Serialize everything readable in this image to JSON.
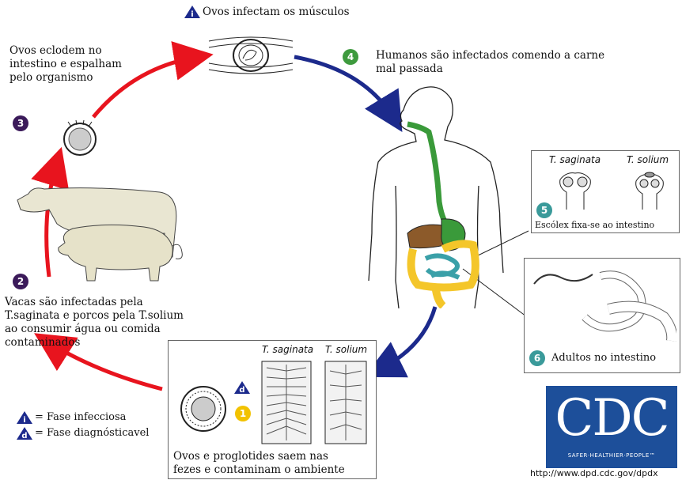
{
  "title": "Ovos infectam os músculos",
  "steps": {
    "s1": "1",
    "s2": "2",
    "s3": "3",
    "s4": "4",
    "s5": "5",
    "s6": "6"
  },
  "labels": {
    "step3": "Ovos eclodem no\nintestino e espalham\npelo organismo",
    "step4": "Humanos são infectados comendo a carne\nmal passada",
    "step2": "Vacas são infectadas pela\nT.saginata e porcos pela T.solium\nao consumir água ou comida\ncontaminados",
    "step5": "Escólex fixa-se ao intestino",
    "step6": "Adultos no intestino",
    "step1": "Ovos e proglotides saem nas\nfezes e contaminam o ambiente"
  },
  "species": {
    "saginata": "T. saginata",
    "solium": "T. solium"
  },
  "legend": {
    "infective_icon": "i",
    "infective_label": "= Fase infecciosa",
    "diagnostic_icon": "d",
    "diagnostic_label": "= Fase diagnósticavel"
  },
  "logo": {
    "text": "CDC",
    "tagline": "SAFER·HEALTHIER·PEOPLE™",
    "url": "http://www.dpd.cdc.gov/dpdx"
  },
  "colors": {
    "step_purple": "#3b1a5a",
    "step_green": "#3e9a3e",
    "step_teal": "#3a9a9a",
    "step_yellow": "#f2c200",
    "arrow_red": "#e8141e",
    "arrow_blue": "#1c2a8c",
    "cdc_blue": "#1d4f9a",
    "gut_green": "#3a9a3a",
    "gut_yellow": "#f4c62a",
    "gut_teal": "#3aa0a8",
    "liver_brown": "#8c5a2a"
  }
}
